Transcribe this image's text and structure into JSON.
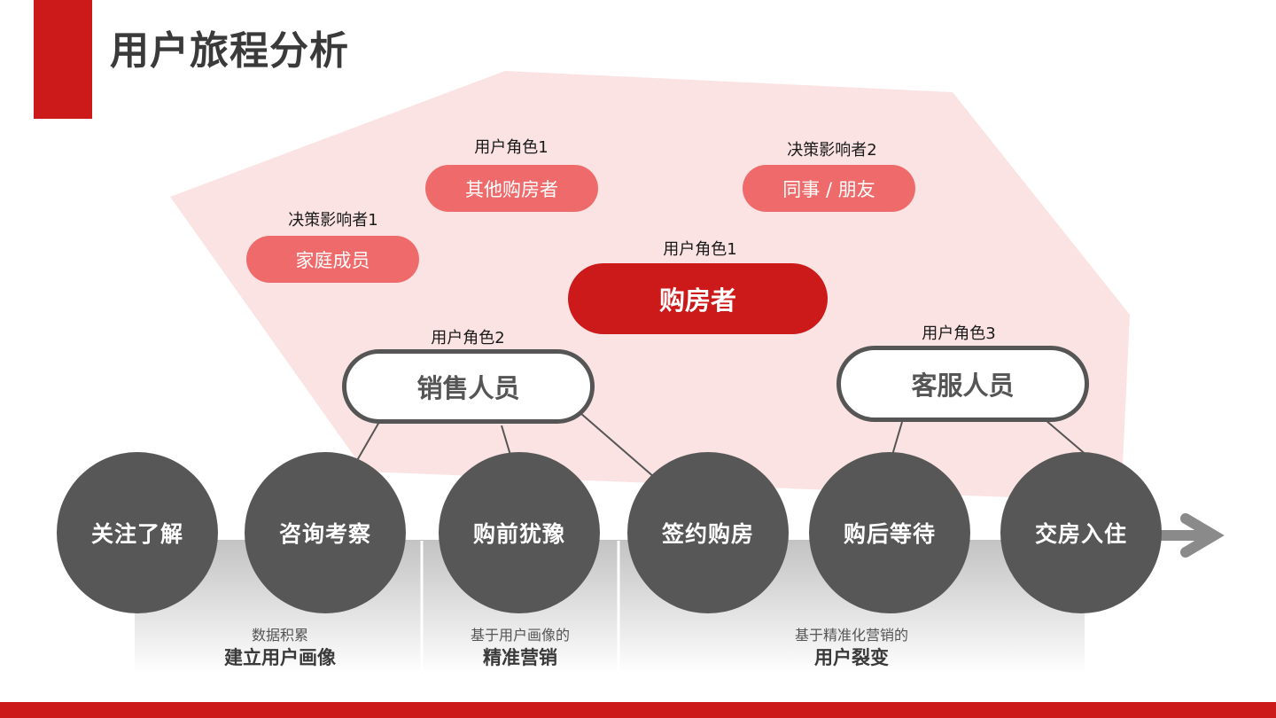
{
  "title": "用户旅程分析",
  "colors": {
    "brand_red": "#cc1a1a",
    "light_red": "#ef6b6b",
    "background_shape": "#fbe3e3",
    "stage_gray": "#575757",
    "outline_gray": "#555555"
  },
  "roles": {
    "other_buyers": {
      "label": "用户角色1",
      "name": "其他购房者"
    },
    "colleagues": {
      "label": "决策影响者2",
      "name": "同事 / 朋友"
    },
    "family": {
      "label": "决策影响者1",
      "name": "家庭成员"
    },
    "buyer": {
      "label": "用户角色1",
      "name": "购房者"
    },
    "sales": {
      "label": "用户角色2",
      "name": "销售人员"
    },
    "service": {
      "label": "用户角色3",
      "name": "客服人员"
    }
  },
  "stages": [
    "关注了解",
    "咨询考察",
    "购前犹豫",
    "签约购房",
    "购后等待",
    "交房入住"
  ],
  "stage_groups": [
    {
      "sub": "数据积累",
      "main": "建立用户画像"
    },
    {
      "sub": "基于用户画像的",
      "main": "精准营销"
    },
    {
      "sub": "基于精准化营销的",
      "main": "用户裂变"
    }
  ],
  "icons": {
    "timeline_arrow": "arrow-right-icon"
  }
}
